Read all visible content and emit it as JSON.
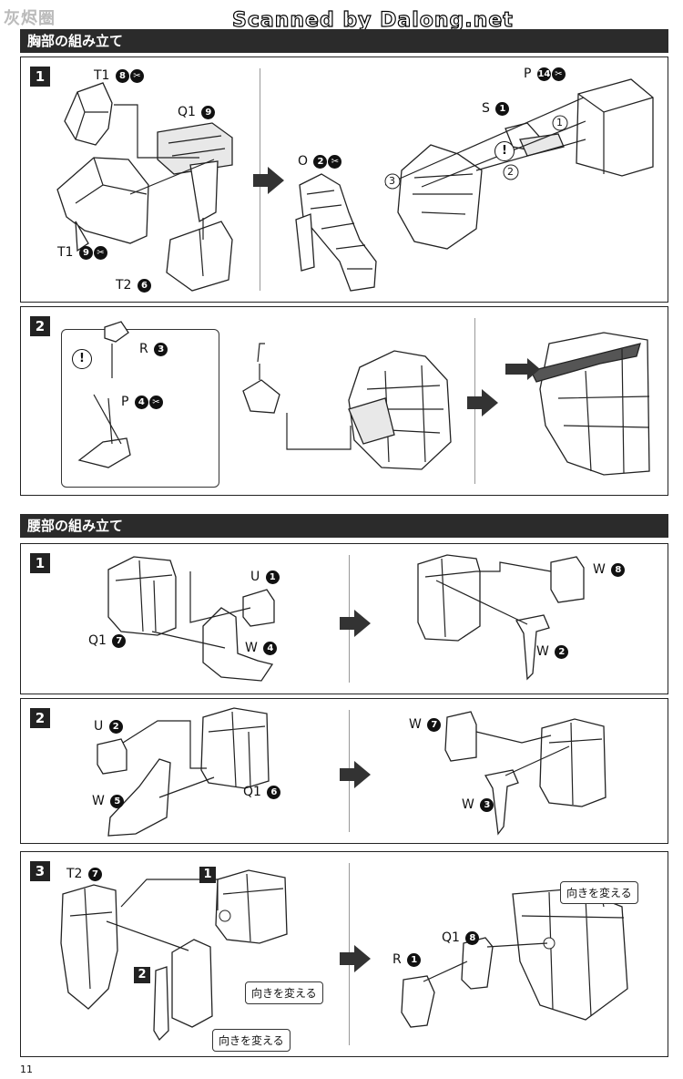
{
  "watermark": {
    "left": "灰烬圈",
    "top": "Scanned by Dalong.net"
  },
  "sections": [
    {
      "title": "胸部の組み立て"
    },
    {
      "title": "腰部の組み立て"
    }
  ],
  "chest": {
    "step1": {
      "number": "1",
      "labels": {
        "t1_8": {
          "text": "T1",
          "num": "8",
          "cut": "✂"
        },
        "q1_9": {
          "text": "Q1",
          "num": "9"
        },
        "t1_9": {
          "text": "T1",
          "num": "9",
          "cut": "✂"
        },
        "t2_6": {
          "text": "T2",
          "num": "6"
        },
        "o_2": {
          "text": "O",
          "num": "2",
          "cut": "✂"
        },
        "s_1": {
          "text": "S",
          "num": "1"
        },
        "p_14": {
          "text": "P",
          "num": "14",
          "cut": "✂"
        }
      },
      "order_marks": [
        "1",
        "2",
        "3"
      ],
      "warn": "!"
    },
    "step2": {
      "number": "2",
      "labels": {
        "r_3": {
          "text": "R",
          "num": "3"
        },
        "p_4": {
          "text": "P",
          "num": "4",
          "cut": "✂"
        }
      },
      "warn": "!"
    }
  },
  "waist": {
    "step1": {
      "number": "1",
      "labels": {
        "u_1": {
          "text": "U",
          "num": "1"
        },
        "q1_7": {
          "text": "Q1",
          "num": "7"
        },
        "w_4": {
          "text": "W",
          "num": "4"
        },
        "w_8": {
          "text": "W",
          "num": "8"
        },
        "w_2": {
          "text": "W",
          "num": "2"
        }
      }
    },
    "step2": {
      "number": "2",
      "labels": {
        "u_2": {
          "text": "U",
          "num": "2"
        },
        "w_5": {
          "text": "W",
          "num": "5"
        },
        "q1_6": {
          "text": "Q1",
          "num": "6"
        },
        "w_7": {
          "text": "W",
          "num": "7"
        },
        "w_3": {
          "text": "W",
          "num": "3"
        }
      }
    },
    "step3": {
      "number": "3",
      "labels": {
        "t2_7": {
          "text": "T2",
          "num": "7"
        },
        "q1_8": {
          "text": "Q1",
          "num": "8"
        },
        "r_1": {
          "text": "R",
          "num": "1"
        }
      },
      "sub_steps": [
        "1",
        "2"
      ],
      "callouts": [
        "向きを変える",
        "向きを変える",
        "向きを変える"
      ]
    }
  },
  "page_number": "11"
}
